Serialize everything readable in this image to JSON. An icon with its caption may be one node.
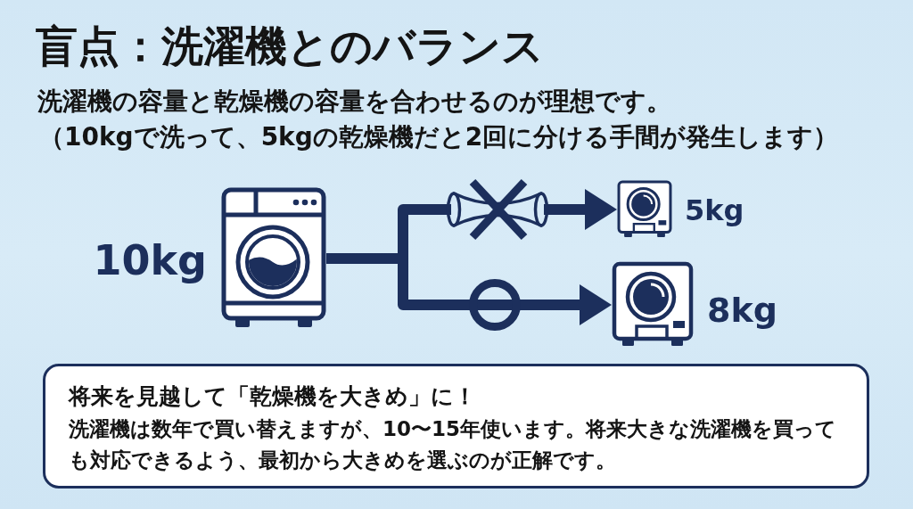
{
  "diagram": {
    "title": "盲点：洗濯機とのバランス",
    "nodes": [
      {
        "text": [],
        "shape": "picture",
        "beside": [
          "10kg"
        ]
      },
      {
        "text": [],
        "shape": "picture",
        "beside": [
          "5kg"
        ]
      },
      {
        "text": [],
        "shape": "picture",
        "beside": [
          "8kg"
        ]
      },
      {
        "text": [
          "将来を見越して「乾燥機を大きめ」に！",
          "洗濯機は数年で買い替えますが、10〜15年使います。将来大きな洗濯機を買っても対応できるよう、最初から大きめを選ぶのが正解です。"
        ]
      }
    ],
    "edges": [
      {
        "from": 0,
        "to": 1,
        "arrow": "to"
      },
      {
        "from": 0,
        "to": 2,
        "arrow": "to"
      }
    ],
    "labels": [
      "洗濯機の容量と乾燥機の容量を合わせるのが理想です。",
      "（10kgで洗って、5kgの乾燥機だと2回に分ける手間が発生します）"
    ]
  }
}
